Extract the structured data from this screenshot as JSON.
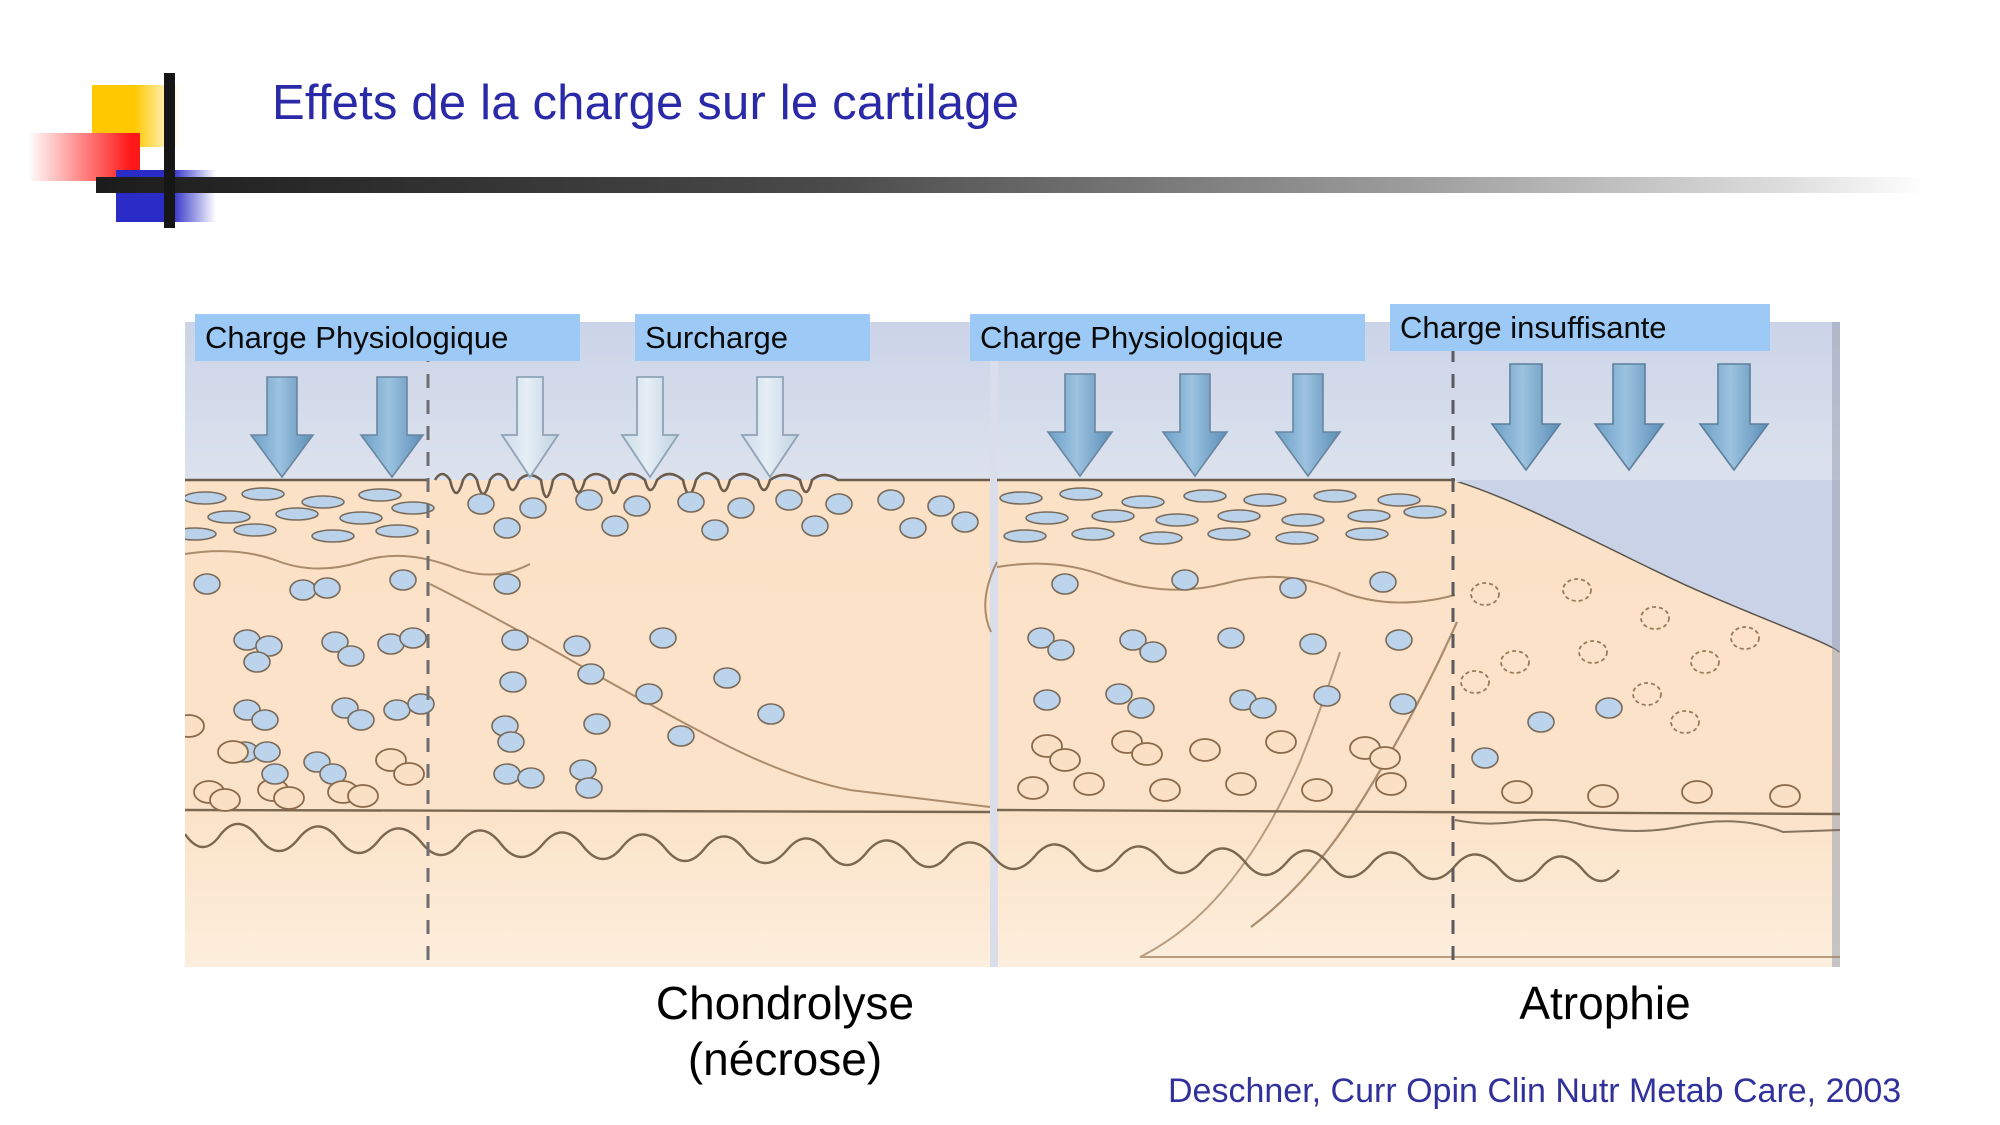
{
  "slide": {
    "title": "Effets de la charge sur le cartilage",
    "title_color": "#2A2AA8",
    "background": "#ffffff"
  },
  "logo": {
    "name": "powerpoint-design-accent",
    "yellow": "#FFC800",
    "red": "#FF1818",
    "blue": "#2B2BC8",
    "bar": "#161616"
  },
  "figure": {
    "name": "cartilage-load-histology-diagram",
    "background_bone": "#FBE0C2",
    "background_space": "#D6DCEA",
    "label_chip_color": "#9CC9F5",
    "cell_fill": "#BBD4EC",
    "outline_color": "#8A6A4A",
    "panels": [
      {
        "id": "panel-physiological-load-1",
        "label": "Charge Physiologique",
        "arrow_count": 2,
        "arrow_style": "solid-blue",
        "surface": "smooth",
        "cell_density": "high"
      },
      {
        "id": "panel-overload",
        "label": "Surcharge",
        "arrow_count": 3,
        "arrow_style": "pale-outline",
        "surface": "fibrillated",
        "cell_density": "low"
      },
      {
        "id": "panel-physiological-load-2",
        "label": "Charge Physiologique",
        "arrow_count": 3,
        "arrow_style": "solid-blue",
        "surface": "smooth",
        "cell_density": "high"
      },
      {
        "id": "panel-insufficient-load",
        "label": "Charge insuffisante",
        "arrow_count": 3,
        "arrow_style": "solid-blue",
        "surface": "thinning-slope",
        "cell_density": "empty-lacunae"
      }
    ]
  },
  "captions": {
    "left_line1": "Chondrolyse",
    "left_line2": "(nécrose)",
    "right": "Atrophie"
  },
  "citation": {
    "text": "Deschner, Curr Opin Clin Nutr Metab Care, 2003",
    "color": "#31319C"
  }
}
